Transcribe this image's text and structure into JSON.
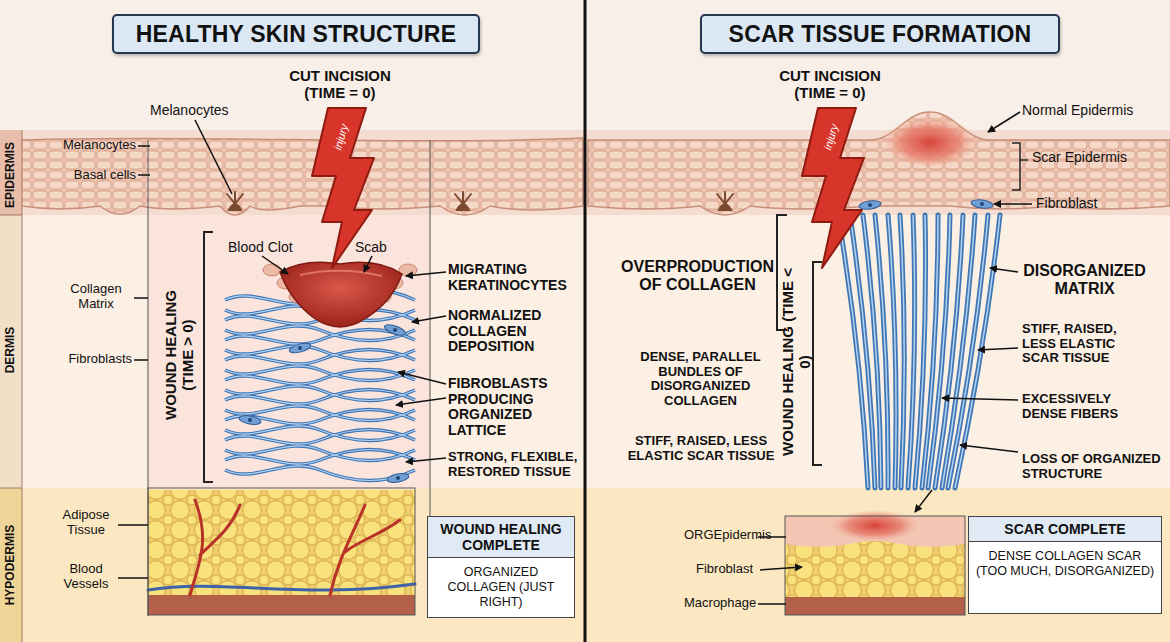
{
  "diagram": {
    "nodes": [
      {
        "text": [
          "HEALTHY SKIN STRUCTURE"
        ]
      },
      {
        "text": [
          "SCAR TISSUE FORMATION"
        ]
      },
      {
        "text": [
          "WOUND HEALING COMPLETE",
          "ORGANIZED COLLAGEN (JUST RIGHT)"
        ]
      },
      {
        "text": [
          "SCAR COMPLETE",
          "DENSE COLLAGEN SCAR (TOO MUCH, DISORGANIZED)"
        ]
      }
    ],
    "labels": [
      "CUT INCISION (TIME = 0)",
      "injury",
      "Melanocytes",
      "EPIDERMIS",
      "Melanocytes",
      "Basal cells",
      "DERMIS",
      "Collagen Matrix",
      "Fibroblasts",
      "HYPODERMIS",
      "Adipose Tissue",
      "Blood Vessels",
      "WOUND HEALING (TIME > 0)",
      "Blood Clot",
      "Scab",
      "MIGRATING KERATINOCYTES",
      "NORMALIZED COLLAGEN DEPOSITION",
      "FIBROBLASTS PRODUCING ORGANIZED LATTICE",
      "STRONG, FLEXIBLE, RESTORED TISSUE",
      "CUT INCISION (TIME = 0)",
      "injury",
      "Normal Epidermis",
      "Scar Epidermis",
      "Fibroblast",
      "OVERPRODUCTION OF COLLAGEN",
      "WOUND HEALING (TIME < 0)",
      "DENSE, PARALLEL BUNDLES OF DISORGANIZED COLLAGEN",
      "STIFF, RAISED, LESS ELASTIC SCAR TISSUE",
      "DISORGANIZED MATRIX",
      "STIFF, RAISED, LESS ELASTIC SCAR TISSUE",
      "EXCESSIVELY DENSE FIBERS",
      "LOSS OF ORGANIZED STRUCTURE",
      "ORGEpidermis",
      "Fibroblast",
      "Macrophage"
    ]
  }
}
